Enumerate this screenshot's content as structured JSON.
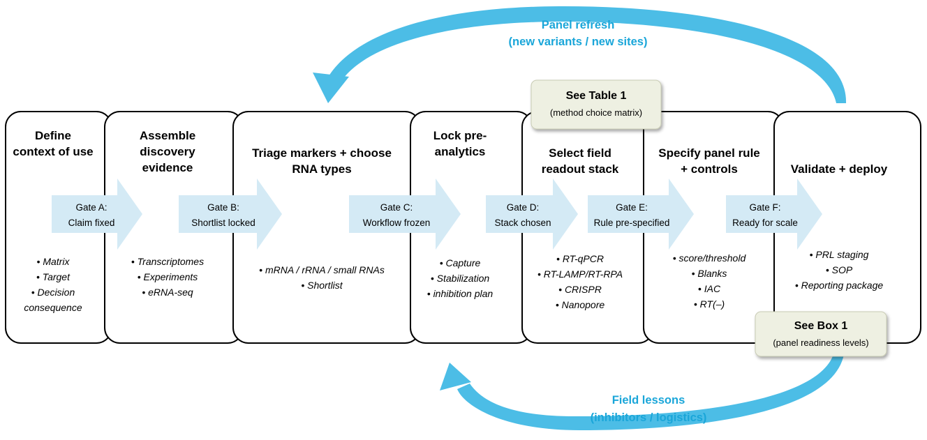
{
  "stages": [
    {
      "title": [
        "Define",
        "context of use"
      ],
      "bullets": [
        "Matrix",
        "Target",
        "Decision",
        "consequence"
      ]
    },
    {
      "title": [
        "Assemble",
        "discovery",
        "evidence"
      ],
      "bullets": [
        "Transcriptomes",
        "Experiments",
        "eRNA-seq"
      ]
    },
    {
      "title": [
        "Triage markers + choose",
        "RNA types"
      ],
      "bullets": [
        "mRNA / rRNA / small RNAs",
        "Shortlist"
      ]
    },
    {
      "title": [
        "Lock pre-",
        "analytics"
      ],
      "bullets": [
        "Capture",
        "Stabilization",
        "inhibition plan"
      ]
    },
    {
      "title": [
        "Select field",
        "readout stack"
      ],
      "bullets": [
        "RT-qPCR",
        "RT-LAMP/RT-RPA",
        "CRISPR",
        "Nanopore"
      ]
    },
    {
      "title": [
        "Specify panel rule",
        "+ controls"
      ],
      "bullets": [
        "score/threshold",
        "Blanks",
        "IAC",
        "RT(–)"
      ]
    },
    {
      "title": [
        "Validate + deploy"
      ],
      "bullets": [
        "PRL staging",
        "SOP",
        "Reporting package"
      ]
    }
  ],
  "gates": [
    {
      "name": "Gate A:",
      "label": "Claim fixed"
    },
    {
      "name": "Gate B:",
      "label": "Shortlist locked"
    },
    {
      "name": "Gate C:",
      "label": "Workflow  frozen"
    },
    {
      "name": "Gate D:",
      "label": "Stack chosen"
    },
    {
      "name": "Gate E:",
      "label": "Rule pre-specified"
    },
    {
      "name": "Gate F:",
      "label": "Ready for scale"
    }
  ],
  "loops": {
    "top": {
      "line1": "Panel refresh",
      "line2": "(new variants / new sites)"
    },
    "bottom": {
      "line1": "Field lessons",
      "line2": "(inhibitors / logistics)"
    }
  },
  "notes": {
    "table": {
      "title": "See Table 1",
      "sub": "(method choice matrix)"
    },
    "box": {
      "title": "See Box 1",
      "sub": "(panel readiness levels)"
    }
  },
  "colors": {
    "loop_arrow": "#4cbde6",
    "loop_text": "#1aa6d9",
    "gate_arrow": "#d4eaf5",
    "note_fill": "#eef0e2"
  }
}
